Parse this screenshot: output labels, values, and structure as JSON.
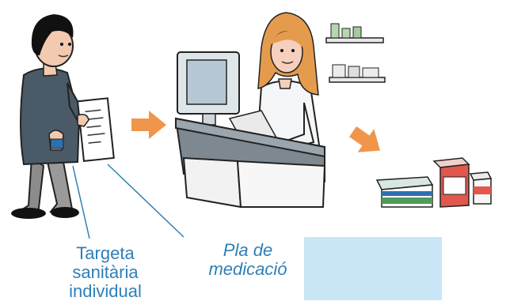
{
  "labels": {
    "card_line1": "Targeta",
    "card_line2": "sanitària",
    "card_line3": "individual",
    "plan_line1": "Pla de",
    "plan_line2": "medicació"
  },
  "colors": {
    "label_text": "#2f7fb7",
    "arrow": "#f0954a",
    "blank_box": "#c8e6f6"
  },
  "icons": [
    "patient-figure",
    "pharmacist-figure",
    "medicine-boxes",
    "right-arrow",
    "down-right-arrow"
  ]
}
